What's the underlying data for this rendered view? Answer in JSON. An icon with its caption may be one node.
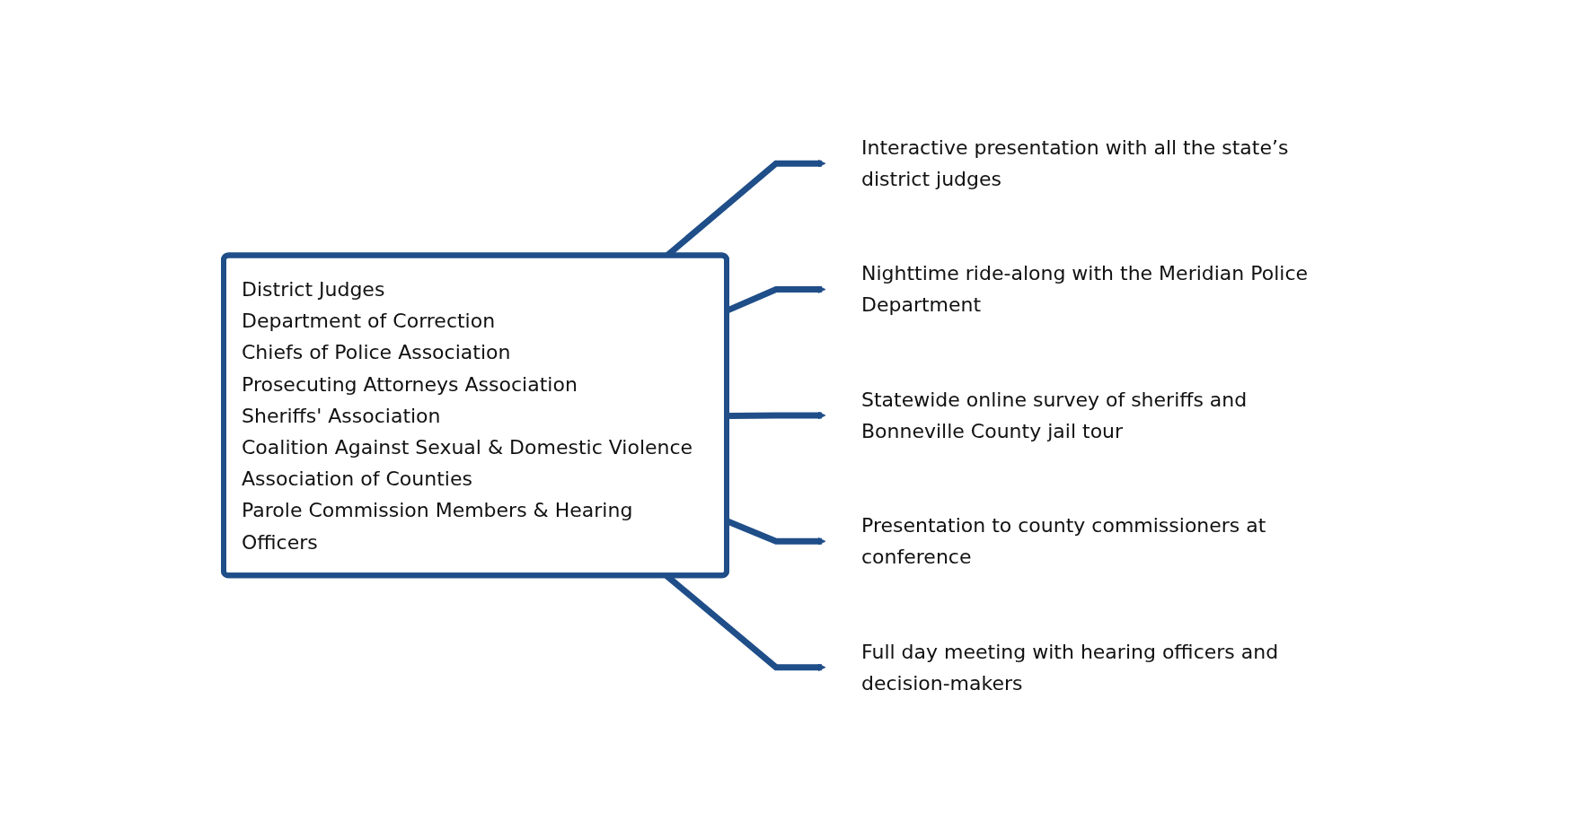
{
  "diagram": {
    "nodes": [
      {
        "text": [
          "District Judges",
          "Department of Correction",
          "Chiefs of Police Association",
          "Prosecuting Attorneys Association",
          "Sheriffs' Association",
          "Coalition Against Sexual & Domestic Violence",
          "Association of Counties",
          "Parole Commission Members & Hearing Officers"
        ]
      },
      {
        "text": [
          "Interactive presentation with all the state’s district judges"
        ]
      },
      {
        "text": [
          "Nighttime ride-along with the Meridian Police Department"
        ]
      },
      {
        "text": [
          "Statewide online survey of sheriffs and Bonneville County jail tour"
        ]
      },
      {
        "text": [
          "Presentation to county commissioners at conference"
        ]
      },
      {
        "text": [
          "Full day meeting with hearing officers and decision-makers"
        ]
      }
    ],
    "edges": [
      {
        "from": 0,
        "to": 1,
        "arrow": "to"
      },
      {
        "from": 0,
        "to": 2,
        "arrow": "to"
      },
      {
        "from": 0,
        "to": 3,
        "arrow": "to"
      },
      {
        "from": 0,
        "to": 4,
        "arrow": "to"
      },
      {
        "from": 0,
        "to": 5,
        "arrow": "to"
      }
    ]
  }
}
